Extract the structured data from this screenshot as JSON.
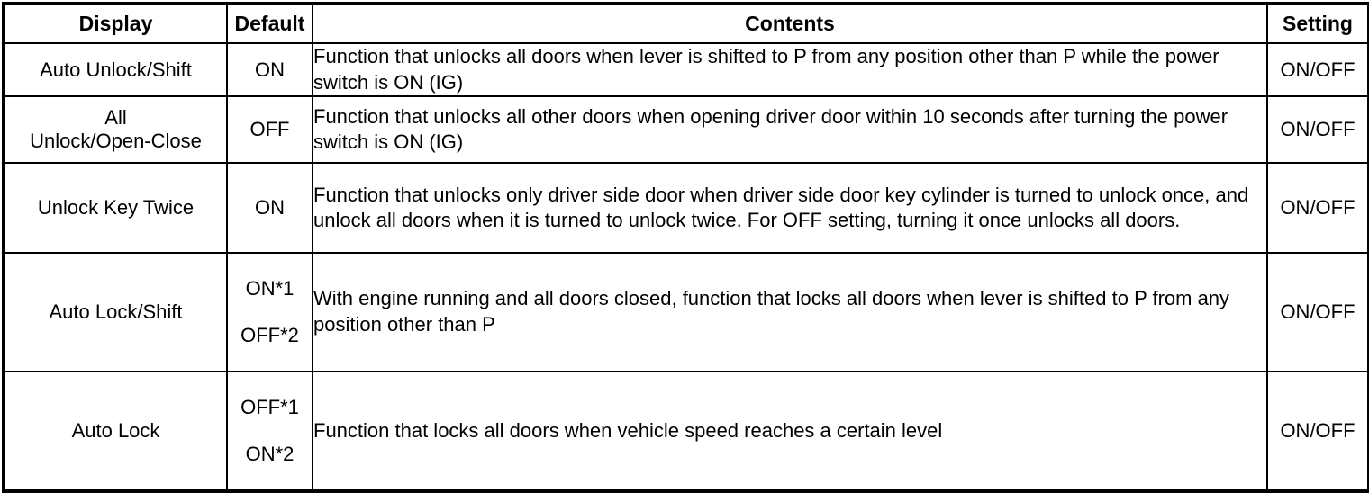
{
  "table": {
    "headers": {
      "display": "Display",
      "default": "Default",
      "contents": "Contents",
      "setting": "Setting"
    },
    "rows": [
      {
        "display": "Auto Unlock/Shift",
        "default": "ON",
        "contents": "Function that unlocks all doors when lever is shifted to P from any position other than P while the power switch is ON (IG)",
        "setting": "ON/OFF"
      },
      {
        "display": "All Unlock/Open-Close",
        "display_line1": "All",
        "display_line2": "Unlock/Open-Close",
        "default": "OFF",
        "contents": "Function that unlocks all other doors when opening driver door within 10 seconds after turning the power switch is ON (IG)",
        "setting": "ON/OFF"
      },
      {
        "display": "Unlock Key Twice",
        "default": "ON",
        "contents": "Function that unlocks only driver side door when driver side door key cylinder is turned to unlock once, and unlock all doors when it is turned to unlock twice. For OFF setting, turning it once unlocks all doors.",
        "setting": "ON/OFF"
      },
      {
        "display": "Auto Lock/Shift",
        "default": "ON*1\nOFF*2",
        "default_line1": "ON*1",
        "default_line2": "OFF*2",
        "contents": "With engine running and all doors closed, function that locks all doors when lever is shifted to P from any position other than P",
        "setting": "ON/OFF"
      },
      {
        "display": "Auto Lock",
        "default": "OFF*1\nON*2",
        "default_line1": "OFF*1",
        "default_line2": "ON*2",
        "contents": "Function that locks all doors when vehicle speed reaches a certain level",
        "setting": "ON/OFF"
      }
    ]
  },
  "colors": {
    "border": "#000000",
    "text": "#000000",
    "background": "#ffffff"
  }
}
